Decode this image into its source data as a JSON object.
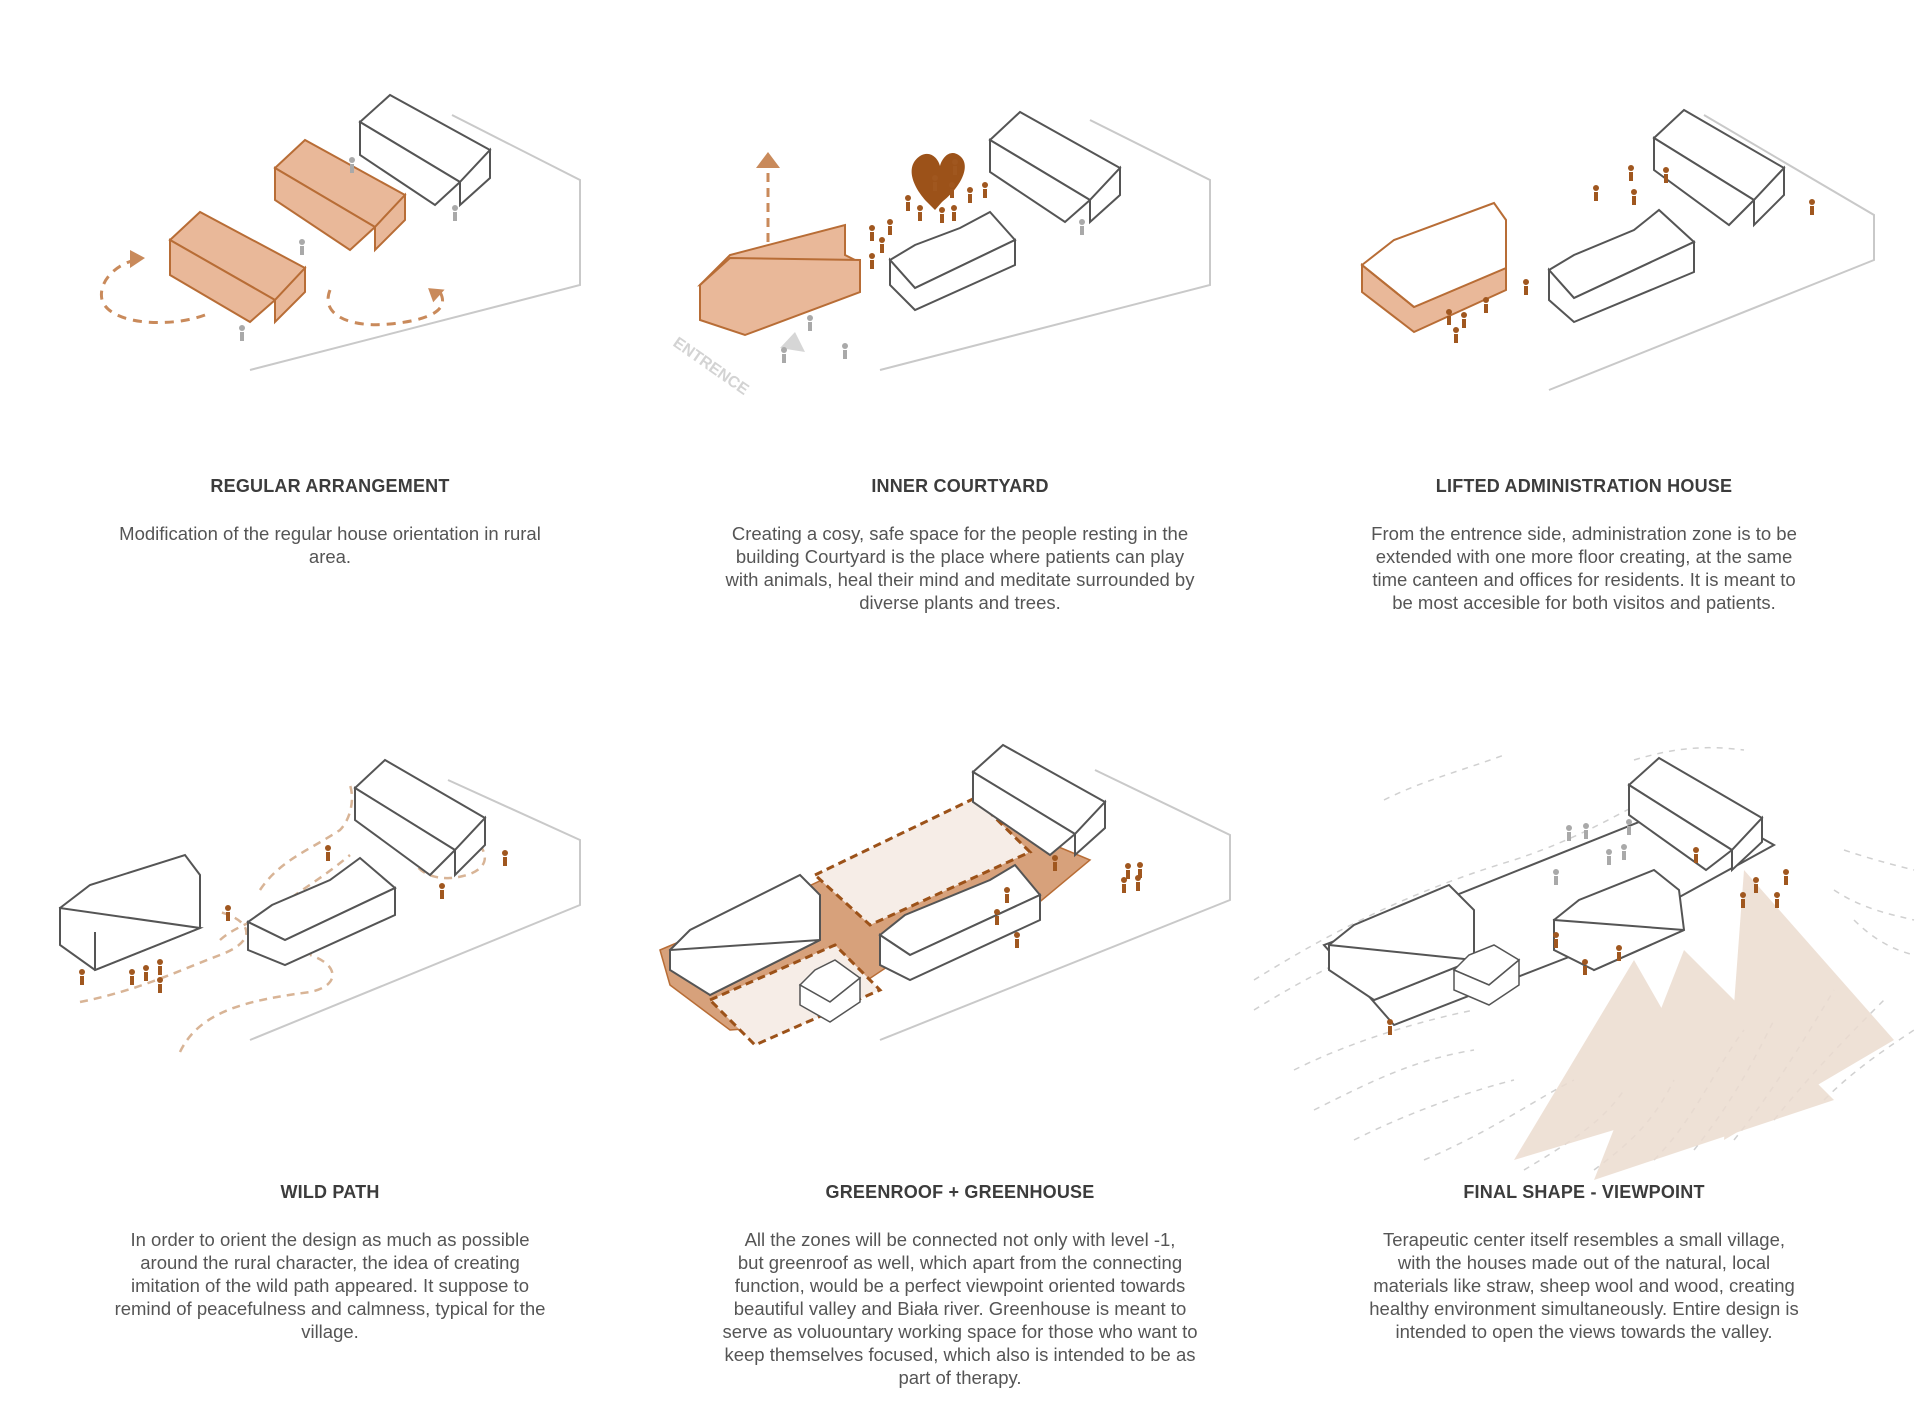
{
  "colors": {
    "accent_fill": "#e9b899",
    "accent_stroke": "#b86d36",
    "dark_accent": "#9c5219",
    "outline": "#555555",
    "ground": "#c9c9c9",
    "person_gray": "#a9a9a9",
    "person_brown": "#a0571f",
    "view_cone": "#ecdcd0"
  },
  "icons": [
    "person-icon",
    "heart-icon",
    "arrow-icon",
    "house-icon"
  ],
  "panels": [
    {
      "title": "REGULAR ARRANGEMENT",
      "lines": [
        "Modification of the regular house orientation in rural",
        "area."
      ]
    },
    {
      "title": "INNER COURTYARD",
      "label": "ENTRENCE",
      "lines": [
        "Creating a cosy, safe space for the people resting in the",
        "building Courtyard is the place where patients can play",
        "with animals, heal their mind and meditate surrounded by",
        "diverse plants and trees."
      ]
    },
    {
      "title": "LIFTED ADMINISTRATION HOUSE",
      "lines": [
        "From the entrence side, administration zone is to be",
        "extended with one more floor creating, at the same",
        "time canteen and offices for residents. It is meant to",
        "be most accesible for both visitos and patients."
      ]
    },
    {
      "title": "WILD PATH",
      "lines": [
        "In order to orient the design as much as possible",
        "around the rural character, the idea of creating",
        "imitation of the wild path appeared. It suppose to",
        "remind of peacefulness and calmness, typical for the",
        "village."
      ]
    },
    {
      "title": "GREENROOF + GREENHOUSE",
      "lines": [
        "All the zones will be connected not only with level -1,",
        "but greenroof as well, which apart from the connecting",
        "function, would be a perfect viewpoint oriented towards",
        "beautiful valley and Biała river. Greenhouse is meant to",
        "serve as voluountary working space for those who want to",
        "keep themselves focused, which also is intended to be as",
        "part of therapy."
      ]
    },
    {
      "title": "FINAL SHAPE - VIEWPOINT",
      "lines": [
        "Terapeutic center itself resembles a small village,",
        "with the houses made out of the natural, local",
        "materials like straw, sheep wool and wood, creating",
        "healthy environment simultaneously. Entire design is",
        "intended to open the views towards the valley."
      ]
    }
  ]
}
